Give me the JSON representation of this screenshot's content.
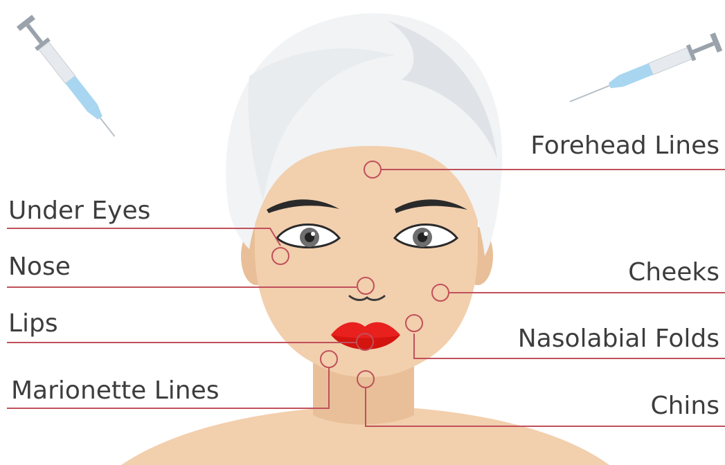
{
  "labels": {
    "forehead": "Forehead Lines",
    "under_eyes": "Under Eyes",
    "nose": "Nose",
    "cheeks": "Cheeks",
    "lips": "Lips",
    "nasolabial": "Nasolabial Folds",
    "marionette": "Marionette Lines",
    "chins": "Chins"
  },
  "colors": {
    "line": "#c0505a",
    "skin": "#f2cfad",
    "skin_shadow": "#e8bf98",
    "towel": "#f1f3f5",
    "towel_shadow": "#dfe3e7",
    "lips": "#e8201e",
    "syringe_fluid": "#a8d6f0",
    "syringe_metal": "#9aa3ab"
  }
}
